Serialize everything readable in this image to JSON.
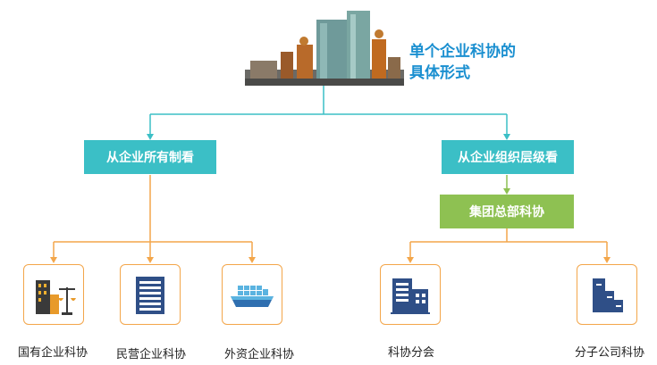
{
  "title": {
    "line1": "单个企业科协的",
    "line2": "具体形式"
  },
  "branches": {
    "ownership": "从企业所有制看",
    "hierarchy": "从企业组织层级看",
    "group_hq": "集团总部科协"
  },
  "leaves": {
    "state_owned": "国有企业科协",
    "private": "民营企业科协",
    "foreign": "外资企业科协",
    "branch_assoc": "科协分会",
    "subsidiary": "分子公司科协"
  },
  "colors": {
    "teal": "#3bbfc6",
    "green": "#8ec152",
    "orange": "#f3a64a",
    "title_blue": "#1a8fd0",
    "icon_navy": "#2f4f87"
  },
  "icons": {
    "header": "city-skyline-icon",
    "state_owned": "factory-scale-icon",
    "private": "office-building-icon",
    "foreign": "cargo-ship-icon",
    "branch_assoc": "office-buildings-icon",
    "subsidiary": "stacked-blocks-icon"
  }
}
